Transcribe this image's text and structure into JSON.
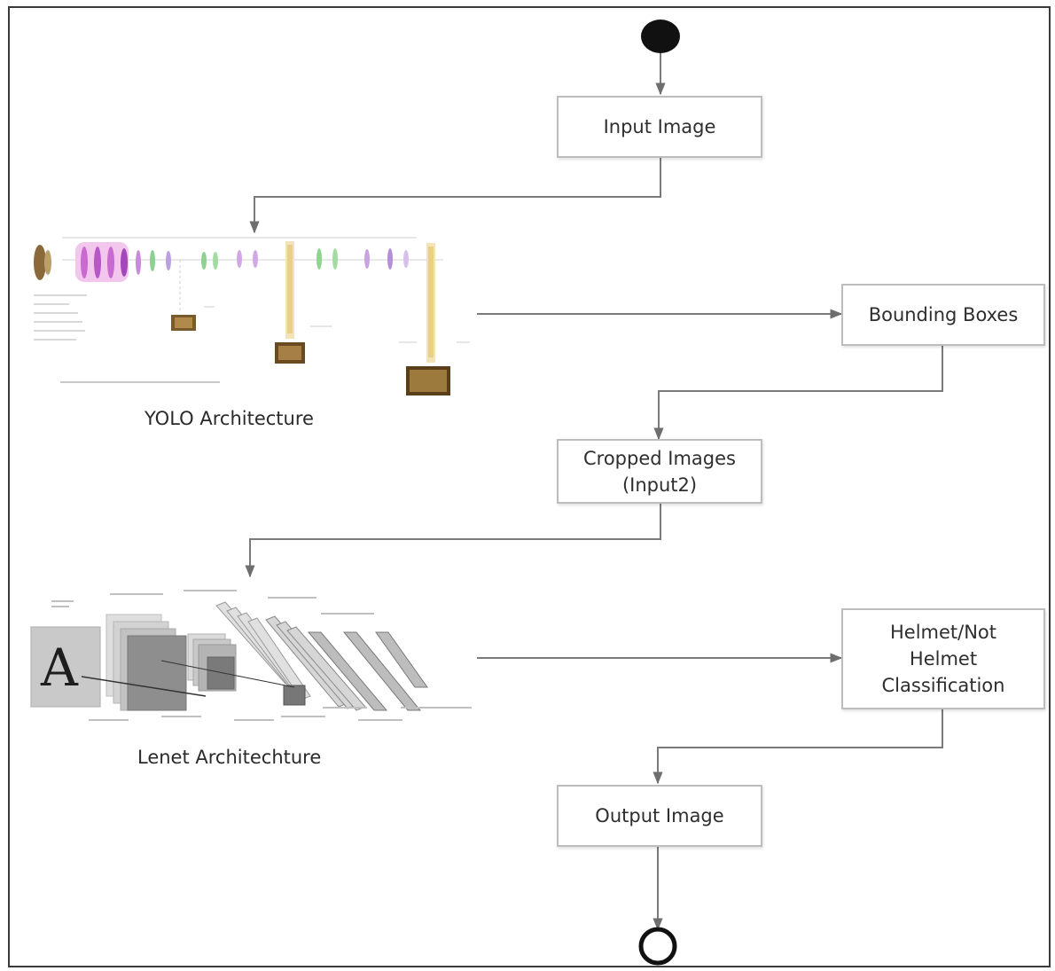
{
  "diagram": {
    "nodes": {
      "input_image": "Input Image",
      "bounding_boxes": "Bounding Boxes",
      "cropped_images": [
        "Cropped Images",
        "(Input2)"
      ],
      "helmet_classification": [
        "Helmet/Not",
        "Helmet",
        "Classification"
      ],
      "output_image": "Output Image"
    },
    "images": {
      "yolo": {
        "caption": "YOLO Architecture",
        "icon": "yolo-architecture-thumbnail"
      },
      "lenet": {
        "caption": "Lenet Architechture",
        "icon": "lenet-architecture-thumbnail",
        "glyph": "A"
      }
    },
    "edges": [
      {
        "from": "start",
        "to": "input_image"
      },
      {
        "from": "input_image",
        "to": "yolo"
      },
      {
        "from": "yolo",
        "to": "bounding_boxes"
      },
      {
        "from": "bounding_boxes",
        "to": "cropped_images"
      },
      {
        "from": "cropped_images",
        "to": "lenet"
      },
      {
        "from": "lenet",
        "to": "helmet_classification"
      },
      {
        "from": "helmet_classification",
        "to": "output_image"
      },
      {
        "from": "output_image",
        "to": "end"
      }
    ],
    "colors": {
      "line": "#6e6e6e",
      "box_border": "#bdbdbd",
      "start_node": "#111111",
      "frame": "#3a3a3a"
    }
  }
}
